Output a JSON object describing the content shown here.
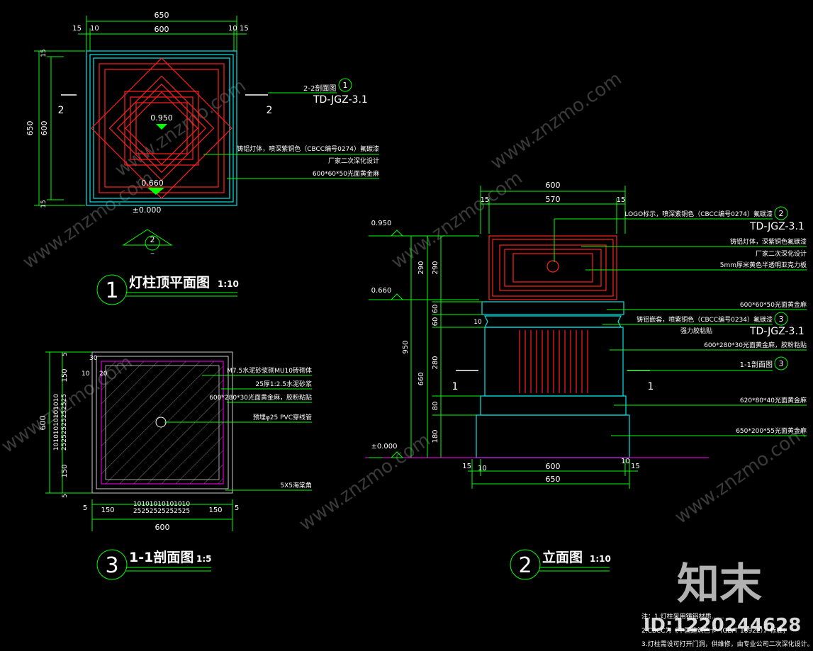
{
  "plan": {
    "title": "灯柱顶平面图",
    "scale": "1:10",
    "num": "1",
    "dim_top_total": "650",
    "dim_top_inner": "600",
    "dim_15": "15",
    "dim_10": "10",
    "dim_left_total": "650",
    "dim_left_inner": "600",
    "cut_mark": "2",
    "elev_950": "0.950",
    "elev_660": "0.660",
    "elev_000": "±0.000",
    "sym_num": "2",
    "sym_den": "_",
    "ref_label": "2-2剖面图",
    "ref_num": "1",
    "ref_code": "TD-JGZ-3.1",
    "note1": "铸铝灯体，喷深紫铜色（CBCC编号0274）氟碳漆",
    "note2": "厂家二次深化设计",
    "note3": "600*60*50光面黄金麻"
  },
  "section": {
    "title": "1-1剖面图",
    "scale": "1:5",
    "num": "3",
    "dim_600": "600",
    "dim_150": "150",
    "dim_5": "5",
    "dim_30": "30",
    "dim_10": "10",
    "dim_20": "20",
    "dim_repeat": "10101010101010",
    "dim_repeat2": "25252525252525",
    "note1": "M7.5水泥砂浆砌MU10砖砌体",
    "note2": "25厚1:2.5水泥砂浆",
    "note3": "600*280*30光面黄金麻，胶粉粘贴",
    "note4": "预埋φ25 PVC穿线管",
    "note5": "5X5海棠角"
  },
  "elevation": {
    "title": "立面图",
    "scale": "1:10",
    "num": "2",
    "dim_600": "600",
    "dim_570": "570",
    "dim_15": "15",
    "dim_10": "10",
    "dim_650": "650",
    "lev_950": "0.950",
    "lev_660": "0.660",
    "lev_000": "±0.000",
    "v_950": "950",
    "v_290a": "290",
    "v_290b": "290",
    "v_660": "660",
    "v_60a": "60",
    "v_60b": "60",
    "v_280": "280",
    "v_80": "80",
    "v_180": "180",
    "cut_mark": "1",
    "n1": "LOGO标示，喷深紫铜色（CBCC编号0274）氟碳漆",
    "n1_num": "2",
    "n1_code": "TD-JGZ-3.1",
    "n2": "铸铝灯体，深紫铜色氟碳漆",
    "n3": "厂家二次深化设计",
    "n4": "5mm厚米黄色半透明亚克力板",
    "n5": "600*60*50光面黄金麻",
    "n6": "铸铝嵌套，喷紫铜色（CBCC编号0234）氟碳漆",
    "n6_num": "3",
    "n6_code": "TD-JGZ-3.1",
    "n6b": "强力胶粘贴",
    "n7": "600*280*30光面黄金麻，胶粉粘贴",
    "n8": "1-1剖面图",
    "n8_num": "3",
    "n9": "620*80*40光面黄金麻",
    "n10": "650*200*55光面黄金麻"
  },
  "notes": {
    "line1": "注：1.灯柱采用铸铝材质……",
    "line2": "2.CBCC为《中国建筑色卡（GB/T 18922）》标准；",
    "line3": "3.灯柱需设可打开门洞，供维修，由专业公司二次深化设计。"
  },
  "watermark": {
    "logo": "知末",
    "id": "ID:1220244628",
    "site": "www.znzmo.com"
  }
}
